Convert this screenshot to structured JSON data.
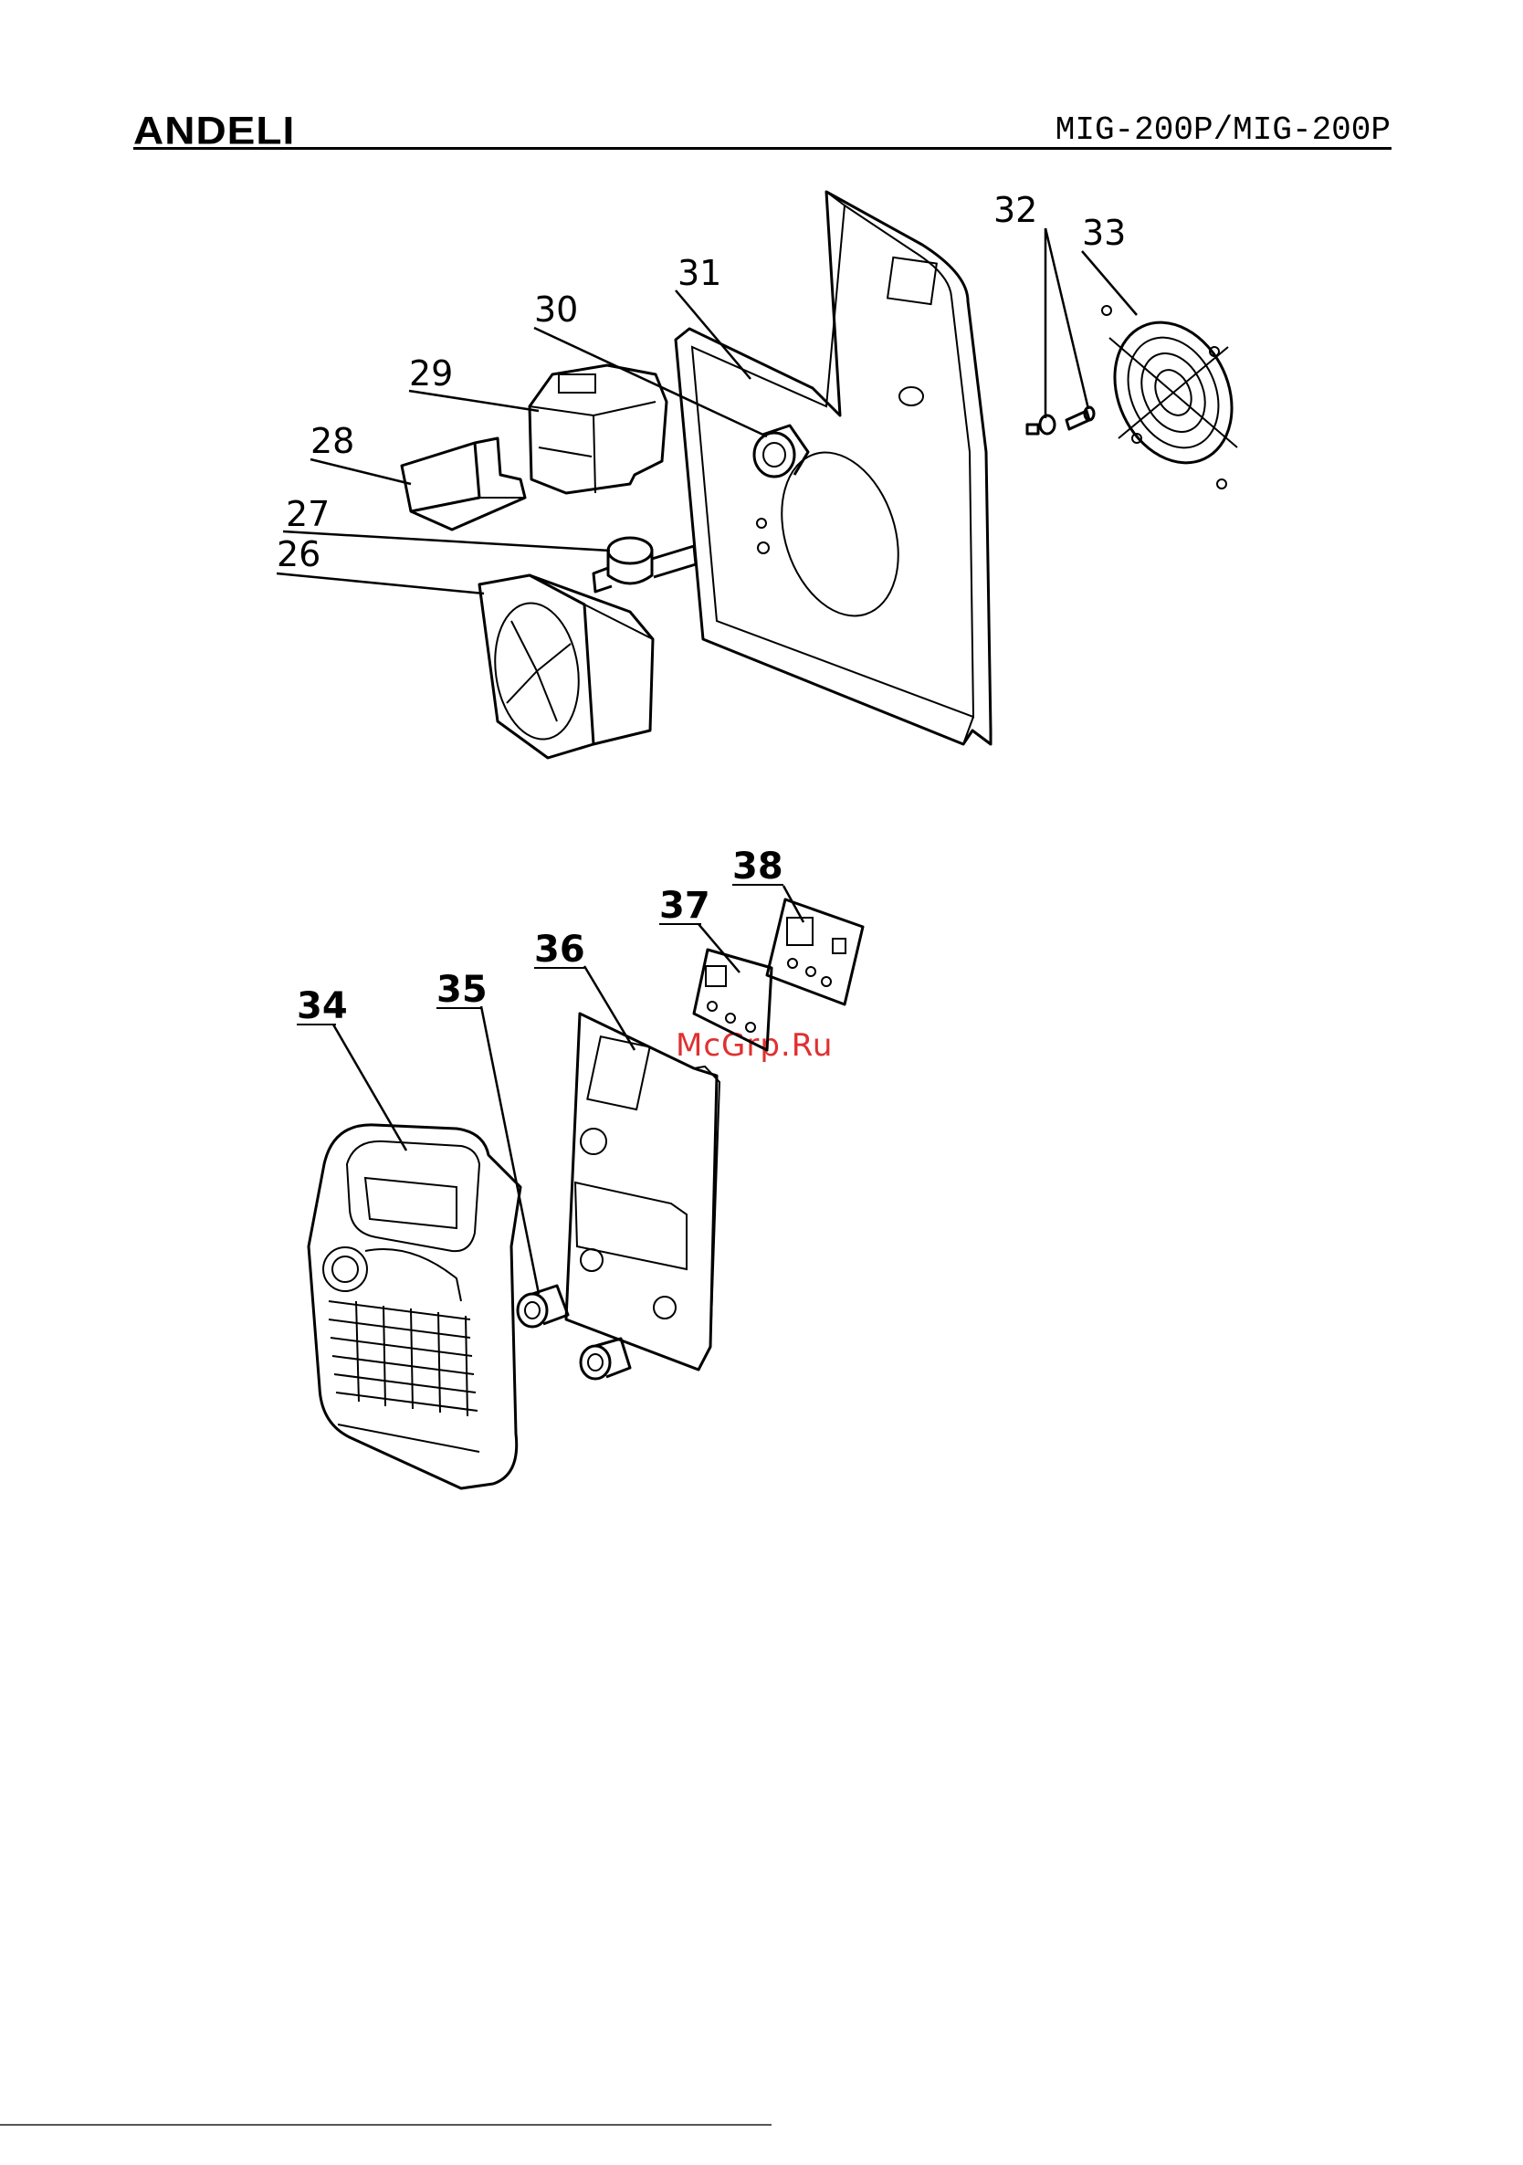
{
  "header": {
    "brand": "ANDELI",
    "model": "MIG-200P/MIG-200P"
  },
  "watermark": "McGrp.Ru",
  "callouts": {
    "upper": [
      "26",
      "27",
      "28",
      "29",
      "30",
      "31",
      "32",
      "33"
    ],
    "lower": [
      "34",
      "35",
      "36",
      "37",
      "38"
    ]
  }
}
